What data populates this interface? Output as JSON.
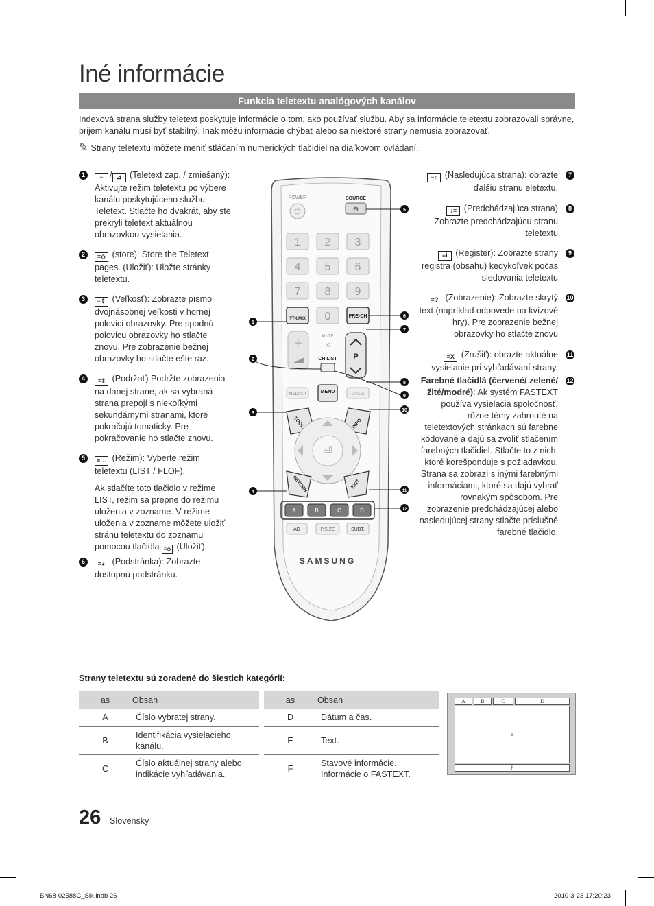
{
  "page": {
    "title": "Iné informácie",
    "section_title": "Funkcia teletextu analógových kanálov",
    "intro": "Indexová strana služby teletext poskytuje informácie o tom, ako používať službu. Aby sa informácie teletextu zobrazovali správne, prijem kanálu musí byť stabilný. Inak môžu informácie chýbať alebo sa niektoré strany nemusia zobrazovať.",
    "note": "Strany teletextu môžete meniť stláčaním numerických tlačidiel na diaľkovom ovládaní."
  },
  "left_items": [
    {
      "num": "1",
      "text": "(Teletext zap. / zmiešaný): Aktivujte režim teletextu po výbere kanálu poskytujúceho službu Teletext. Stlačte ho dvakrát, aby ste prekryli teletext aktuálnou obrazovkou vysielania."
    },
    {
      "num": "2",
      "text": "(store): Store the Teletext pages. (Uložiť): Uložte stránky teletextu."
    },
    {
      "num": "3",
      "text": "(Veľkosť): Zobrazte písmo dvojnásobnej veľkosti v hornej polovici obrazovky. Pre spodnú polovicu obrazovky ho stlačte znovu. Pre zobrazenie bežnej obrazovky ho stlačte ešte raz."
    },
    {
      "num": "4",
      "text": "(Podržať) Podržte zobrazenia na danej strane, ak sa vybraná strana prepojí s niekoľkými sekundárnymi stranami, ktoré pokračujú tomaticky. Pre pokračovanie ho stlačte znovu."
    },
    {
      "num": "5",
      "text": "(Režim): Vyberte režim teletextu (LIST / FLOF).",
      "extra": "Ak stlačíte toto tlačidlo v režime LIST, režim sa prepne do režimu uloženia v zozname. V režime uloženia v zozname môžete uložiť stránu teletextu do zoznamu pomocou tlačidla",
      "extra_end": "(Uložiť)."
    },
    {
      "num": "6",
      "text": "(Podstránka): Zobrazte dostupnú podstránku."
    }
  ],
  "right_items": [
    {
      "num": "7",
      "text": "(Nasledujúca strana): obrazte ďalšiu stranu eletextu."
    },
    {
      "num": "8",
      "text": "(Predchádzajúca strana) Zobrazte predchádzajúcu stranu teletextu"
    },
    {
      "num": "9",
      "text": "(Register): Zobrazte strany registra (obsahu) kedykoľvek počas sledovania teletextu"
    },
    {
      "num": "10",
      "text": "(Zobrazenie): Zobrazte skrytý text (napríklad odpovede na kvízové hry). Pre zobrazenie bežnej obrazovky ho stlačte znovu"
    },
    {
      "num": "11",
      "text": "(Zrušiť): obrazte aktuálne vysielanie pri vyhľadávaní strany."
    },
    {
      "num": "12",
      "bold": "Farebné tlačidlá (červené/ zelené/žlté/modré)",
      "text": ": Ak systém FASTEXT používa vysielacia spoločnosť, rôzne témy zahrnuté na teletextových stránkach sú farebne kódované a dajú sa zvoliť stlačením farebných tlačidiel. Stlačte to z nich, ktoré korešponduje s požiadavkou. Strana sa zobrazí s inými farebnými informáciami, ktoré sa dajú vybrať rovnakým spôsobom. Pre zobrazenie predchádzajúcej alebo nasledujúcej strany stlačte príslušné farebné tlačidlo."
    }
  ],
  "remote": {
    "power": "POWER",
    "source": "SOURCE",
    "digits": [
      "1",
      "2",
      "3",
      "4",
      "5",
      "6",
      "7",
      "8",
      "9"
    ],
    "zero": "0",
    "ttx": "TTX/MIX",
    "prech": "PRE-CH",
    "mute": "MUTE",
    "chlist": "CH LIST",
    "p": "P",
    "mediap": "MEDIA.P",
    "menu": "MENU",
    "guide": "GUIDE",
    "tools": "TOOLS",
    "info": "INFO",
    "return": "RETURN",
    "exit": "EXIT",
    "colors": [
      "A",
      "B",
      "C",
      "D"
    ],
    "ad": "AD",
    "psize": "P.SIZE",
    "subt": "SUBT.",
    "brand": "SAMSUNG"
  },
  "categories": {
    "title": "Strany teletextu sú zoradené do šiestich kategórií:",
    "headers": [
      "as",
      "Obsah"
    ],
    "left": [
      {
        "key": "A",
        "value": "Číslo vybratej strany."
      },
      {
        "key": "B",
        "value": "Identifikácia vysielacieho kanálu."
      },
      {
        "key": "C",
        "value": "Číslo aktuálnej strany alebo indikácie vyhľadávania."
      }
    ],
    "right": [
      {
        "key": "D",
        "value": "Dátum a čas."
      },
      {
        "key": "E",
        "value": "Text."
      },
      {
        "key": "F",
        "value": "Stavové informácie. Informácie o FASTEXT."
      }
    ],
    "diagram": [
      "A",
      "B",
      "C",
      "D",
      "E",
      "F"
    ]
  },
  "footer": {
    "page_number": "26",
    "language": "Slovensky",
    "file": "BN68-02588C_Slk.indb   26",
    "date": "2010-3-23   17:20:23"
  }
}
